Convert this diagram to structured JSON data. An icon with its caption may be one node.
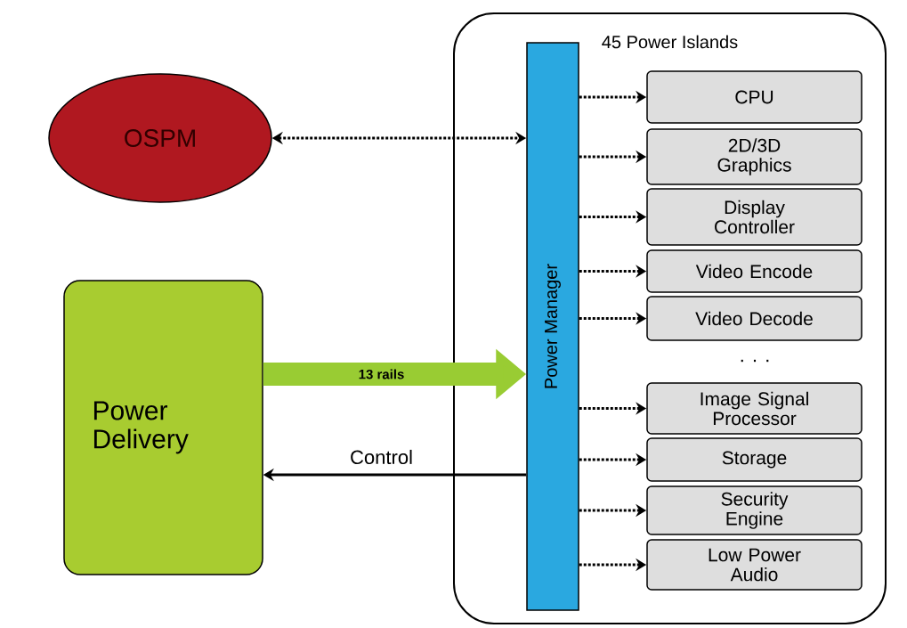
{
  "diagram": {
    "nodes": [
      {
        "text": [
          "45 Power Islands"
        ]
      },
      {
        "text": [
          "OSPM"
        ]
      },
      {
        "text": [
          "Power Delivery"
        ]
      },
      {
        "text": [
          "Power Manager"
        ],
        "in": 0
      },
      {
        "text": [
          "CPU"
        ],
        "in": 0
      },
      {
        "text": [
          "2D/3D Graphics"
        ],
        "in": 0
      },
      {
        "text": [
          "Display Controller"
        ],
        "in": 0
      },
      {
        "text": [
          "Video Encode"
        ],
        "in": 0
      },
      {
        "text": [
          "Video Decode"
        ],
        "in": 0
      },
      {
        "text": [
          "Image Signal Processor"
        ],
        "in": 0
      },
      {
        "text": [
          "Storage"
        ],
        "in": 0
      },
      {
        "text": [
          "Security Engine"
        ],
        "in": 0
      },
      {
        "text": [
          "Low Power Audio"
        ],
        "in": 0
      }
    ],
    "edges": [
      {
        "from": 1,
        "to": 3,
        "arrow": "both",
        "style": "dashed"
      },
      {
        "from": 2,
        "to": 3,
        "arrow": "to",
        "label": "13 rails",
        "style": "thick",
        "color": "#99cc33"
      },
      {
        "from": 3,
        "to": 2,
        "arrow": "to",
        "label": "Control"
      },
      {
        "from": 3,
        "to": 4,
        "arrow": "to",
        "style": "dashed"
      },
      {
        "from": 3,
        "to": 5,
        "arrow": "to",
        "style": "dashed"
      },
      {
        "from": 3,
        "to": 6,
        "arrow": "to",
        "style": "dashed"
      },
      {
        "from": 3,
        "to": 7,
        "arrow": "to",
        "style": "dashed"
      },
      {
        "from": 3,
        "to": 8,
        "arrow": "to",
        "style": "dashed"
      },
      {
        "from": 3,
        "to": 9,
        "arrow": "to",
        "style": "dashed"
      },
      {
        "from": 3,
        "to": 10,
        "arrow": "to",
        "style": "dashed"
      },
      {
        "from": 3,
        "to": 11,
        "arrow": "to",
        "style": "dashed"
      },
      {
        "from": 3,
        "to": 12,
        "arrow": "to",
        "style": "dashed"
      }
    ],
    "labels": [
      ". . ."
    ]
  }
}
